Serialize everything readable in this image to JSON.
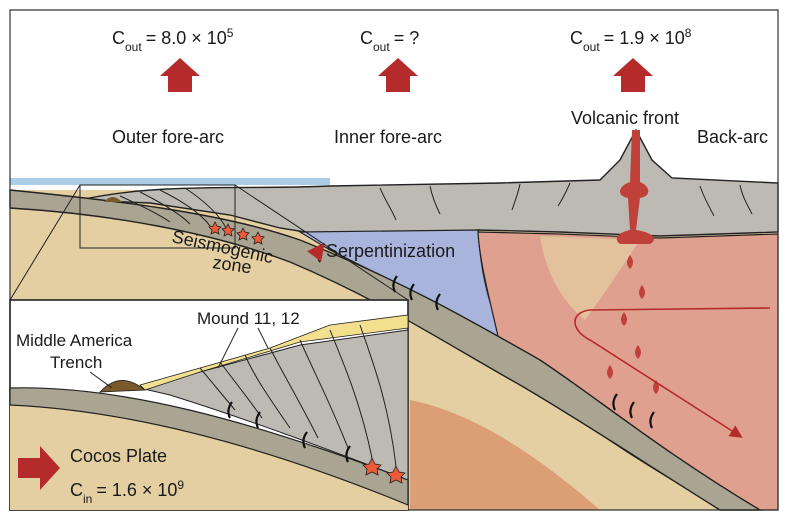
{
  "flux_labels": [
    {
      "prefix": "C",
      "subscript": "out",
      "value": "= 8.0 × 10",
      "exponent": "5"
    },
    {
      "prefix": "C",
      "subscript": "out",
      "value": "= ?",
      "exponent": ""
    },
    {
      "prefix": "C",
      "subscript": "out",
      "value": "= 1.9 × 10",
      "exponent": "8"
    }
  ],
  "region_labels": {
    "outer_fore_arc": "Outer fore-arc",
    "inner_fore_arc": "Inner fore-arc",
    "volcanic_front": "Volcanic front",
    "back_arc": "Back-arc"
  },
  "zone_labels": {
    "seismogenic_line1": "Seismogenic",
    "seismogenic_line2": "zone",
    "serpentinization": "Serpentinization"
  },
  "inset": {
    "trench_line1": "Middle America",
    "trench_line2": "Trench",
    "mound": "Mound 11, 12",
    "plate": "Cocos Plate",
    "input_flux": {
      "prefix": "C",
      "subscript": "in",
      "value": "= 1.6 × 10",
      "exponent": "9"
    }
  },
  "colors": {
    "arrow_red": "#b52b2b",
    "ocean": "#aacde8",
    "crust_gray": "#bdbab4",
    "slab": "#a9a592",
    "mantle_tan": "#e4cfa2",
    "serpentinite_blue": "#a9b4dc",
    "melt_pink": "#dfa08f",
    "magma_red": "#c0413a",
    "sediment_yellow": "#f2e08e",
    "mound_brown": "#7a5a2a",
    "star_red": "#ef5a3a"
  }
}
